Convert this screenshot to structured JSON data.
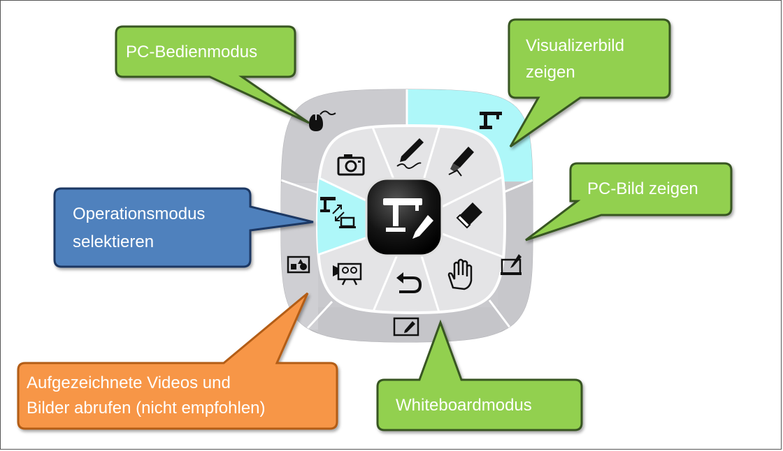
{
  "colors": {
    "green_fill": "#92d050",
    "green_stroke": "#375623",
    "blue_fill": "#4f81bd",
    "blue_stroke": "#1f3864",
    "orange_fill": "#f79646",
    "orange_stroke": "#b35d15",
    "highlight": "#aef7f9",
    "ring_gray": "#c8c8cc",
    "inner_gray": "#e6e6e8",
    "center_black": "#1a1a1a"
  },
  "callouts": {
    "pc_control": [
      "PC-Bedienmodus"
    ],
    "visualizer": [
      "Visualizerbild",
      "zeigen"
    ],
    "pc_image": [
      "PC-Bild zeigen"
    ],
    "operation": [
      "Operationsmodus",
      "selektieren"
    ],
    "recorded": [
      "Aufgezeichnete Videos und",
      "Bilder abrufen (nicht empfohlen)"
    ],
    "whiteboard": [
      "Whiteboardmodus"
    ]
  },
  "menu": {
    "outer_items": [
      "mouse-icon",
      "document-camera-icon",
      "pen-tablet-icon",
      "whiteboard-icon",
      "media-icon",
      "operation-mode-icon"
    ],
    "inner_items": [
      "camera-icon",
      "pen-icon",
      "highlighter-icon",
      "eraser-icon",
      "hand-icon",
      "undo-icon",
      "video-icon",
      "operation-mode-icon"
    ],
    "highlighted": [
      "document-camera-icon",
      "operation-mode-icon"
    ],
    "center": "document-camera-pen-icon"
  }
}
